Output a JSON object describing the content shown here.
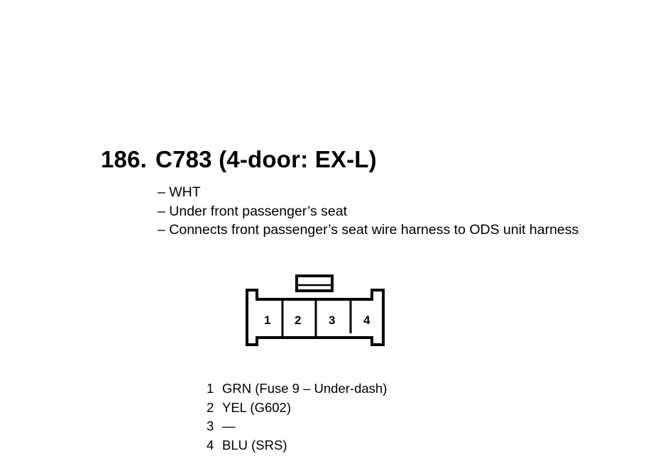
{
  "heading": {
    "number": "186.",
    "title": "C783 (4-door: EX-L)"
  },
  "info_lines": [
    "– WHT",
    "– Under front passenger’s seat",
    "– Connects front passenger’s seat wire harness to ODS unit harness"
  ],
  "connector": {
    "cavities": [
      "1",
      "2",
      "3",
      "4"
    ]
  },
  "pins": [
    {
      "number": "1",
      "description": "GRN (Fuse 9 – Under-dash)"
    },
    {
      "number": "2",
      "description": "YEL (G602)"
    },
    {
      "number": "3",
      "description": "—"
    },
    {
      "number": "4",
      "description": "BLU (SRS)"
    }
  ]
}
